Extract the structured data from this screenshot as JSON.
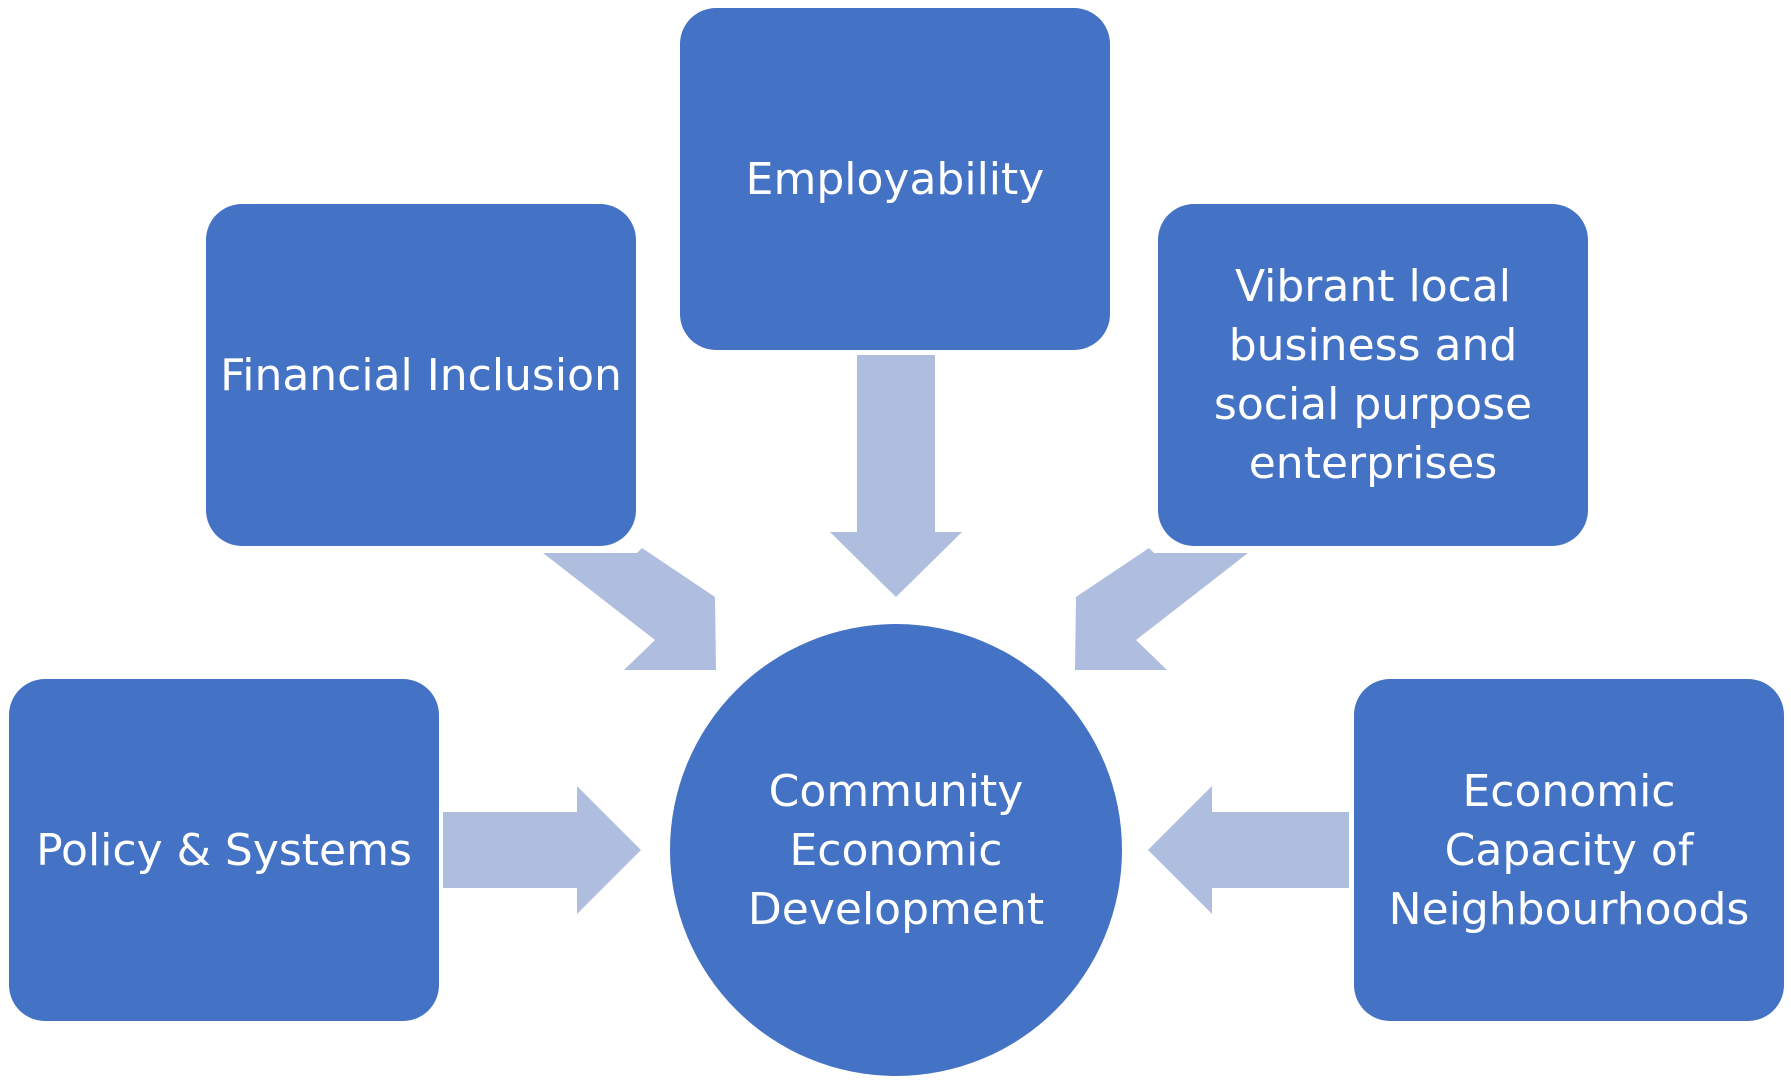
{
  "diagram": {
    "center": {
      "lines": [
        "Community",
        "Economic",
        "Development"
      ]
    },
    "nodes": {
      "employability": {
        "lines": [
          "Employability"
        ]
      },
      "financial_inclusion": {
        "lines": [
          "Financial Inclusion"
        ]
      },
      "vibrant_business": {
        "lines": [
          "Vibrant local",
          "business and",
          "social purpose",
          "enterprises"
        ]
      },
      "policy_systems": {
        "lines": [
          "Policy & Systems"
        ]
      },
      "economic_capacity": {
        "lines": [
          "Economic",
          "Capacity of",
          "Neighbourhoods"
        ]
      }
    },
    "colors": {
      "box_fill": "#4472c4",
      "arrow_fill": "#afbddf",
      "text": "#ffffff"
    }
  }
}
